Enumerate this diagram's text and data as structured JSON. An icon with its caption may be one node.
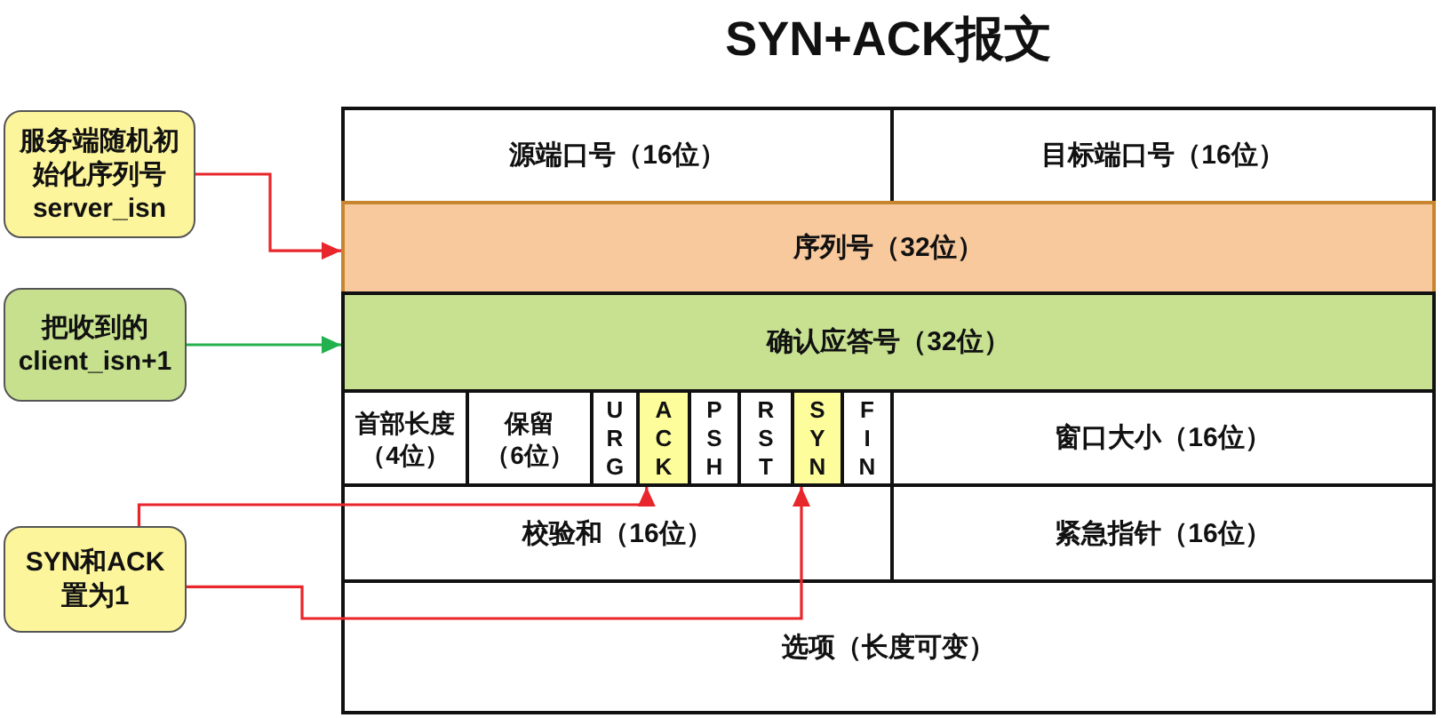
{
  "diagram": {
    "title": "SYN+ACK报文",
    "nodes": [
      {
        "text": [
          "服务端随机初始化序列号 server_isn"
        ]
      },
      {
        "text": [
          "把收到的 client_isn+1"
        ]
      },
      {
        "text": [
          "SYN和ACK置为1"
        ]
      },
      {
        "text": [
          "源端口号（16位）"
        ]
      },
      {
        "text": [
          "目标端口号（16位）"
        ]
      },
      {
        "text": [
          "序列号（32位）"
        ]
      },
      {
        "text": [
          "确认应答号（32位）"
        ]
      },
      {
        "text": [
          "首部长度（4位）"
        ]
      },
      {
        "text": [
          "保留（6位）"
        ]
      },
      {
        "text": [
          "URG"
        ]
      },
      {
        "text": [
          "ACK"
        ]
      },
      {
        "text": [
          "PSH"
        ]
      },
      {
        "text": [
          "RST"
        ]
      },
      {
        "text": [
          "SYN"
        ]
      },
      {
        "text": [
          "FIN"
        ]
      },
      {
        "text": [
          "窗口大小（16位）"
        ]
      },
      {
        "text": [
          "校验和（16位）"
        ]
      },
      {
        "text": [
          "紧急指针（16位）"
        ]
      },
      {
        "text": [
          "选项（长度可变）"
        ]
      }
    ],
    "edges": [
      {
        "from": 0,
        "to": 5,
        "arrow": "to"
      },
      {
        "from": 1,
        "to": 6,
        "arrow": "to",
        "color": "#22b14c"
      },
      {
        "from": 2,
        "to": 10,
        "arrow": "to"
      },
      {
        "from": 2,
        "to": 13,
        "arrow": "to"
      }
    ]
  }
}
